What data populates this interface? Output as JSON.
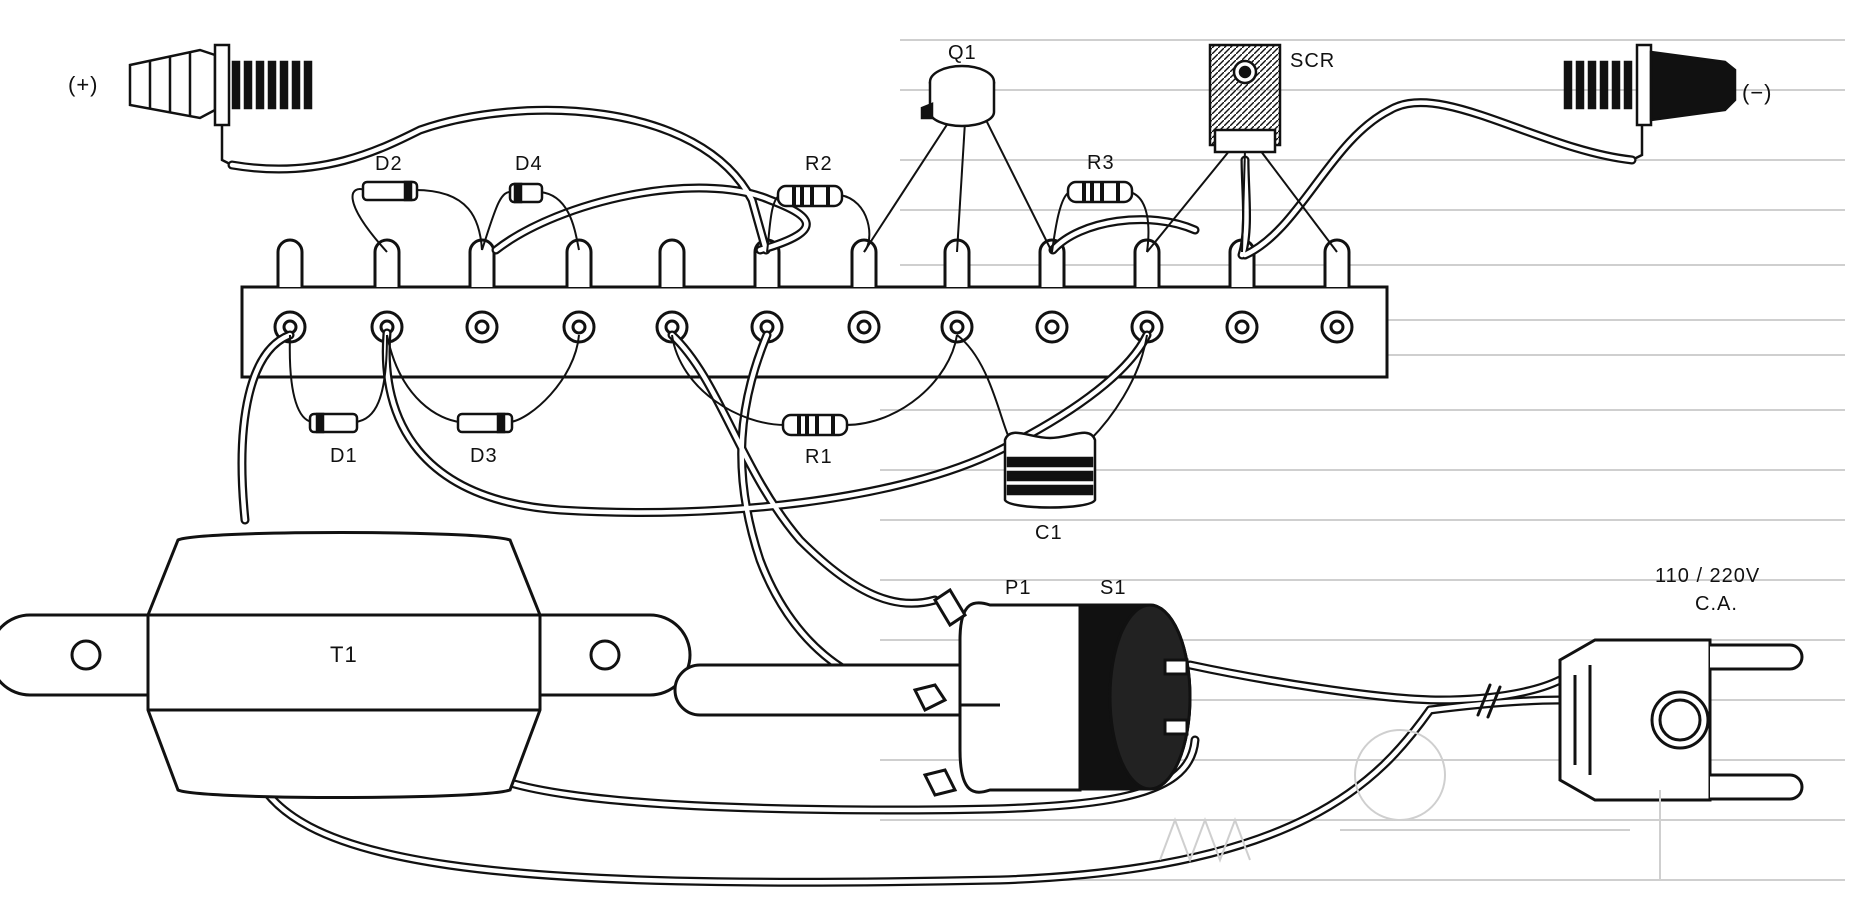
{
  "labels": {
    "plus_terminal": "(+)",
    "minus_terminal": "(−)",
    "q1": "Q1",
    "scr": "SCR",
    "d1": "D1",
    "d2": "D2",
    "d3": "D3",
    "d4": "D4",
    "r1": "R1",
    "r2": "R2",
    "r3": "R3",
    "c1": "C1",
    "t1": "T1",
    "p1": "P1",
    "s1": "S1",
    "mains_voltage": "110 / 220V",
    "mains_type": "C.A."
  },
  "colors": {
    "ink": "#111111",
    "paper": "#ffffff"
  }
}
